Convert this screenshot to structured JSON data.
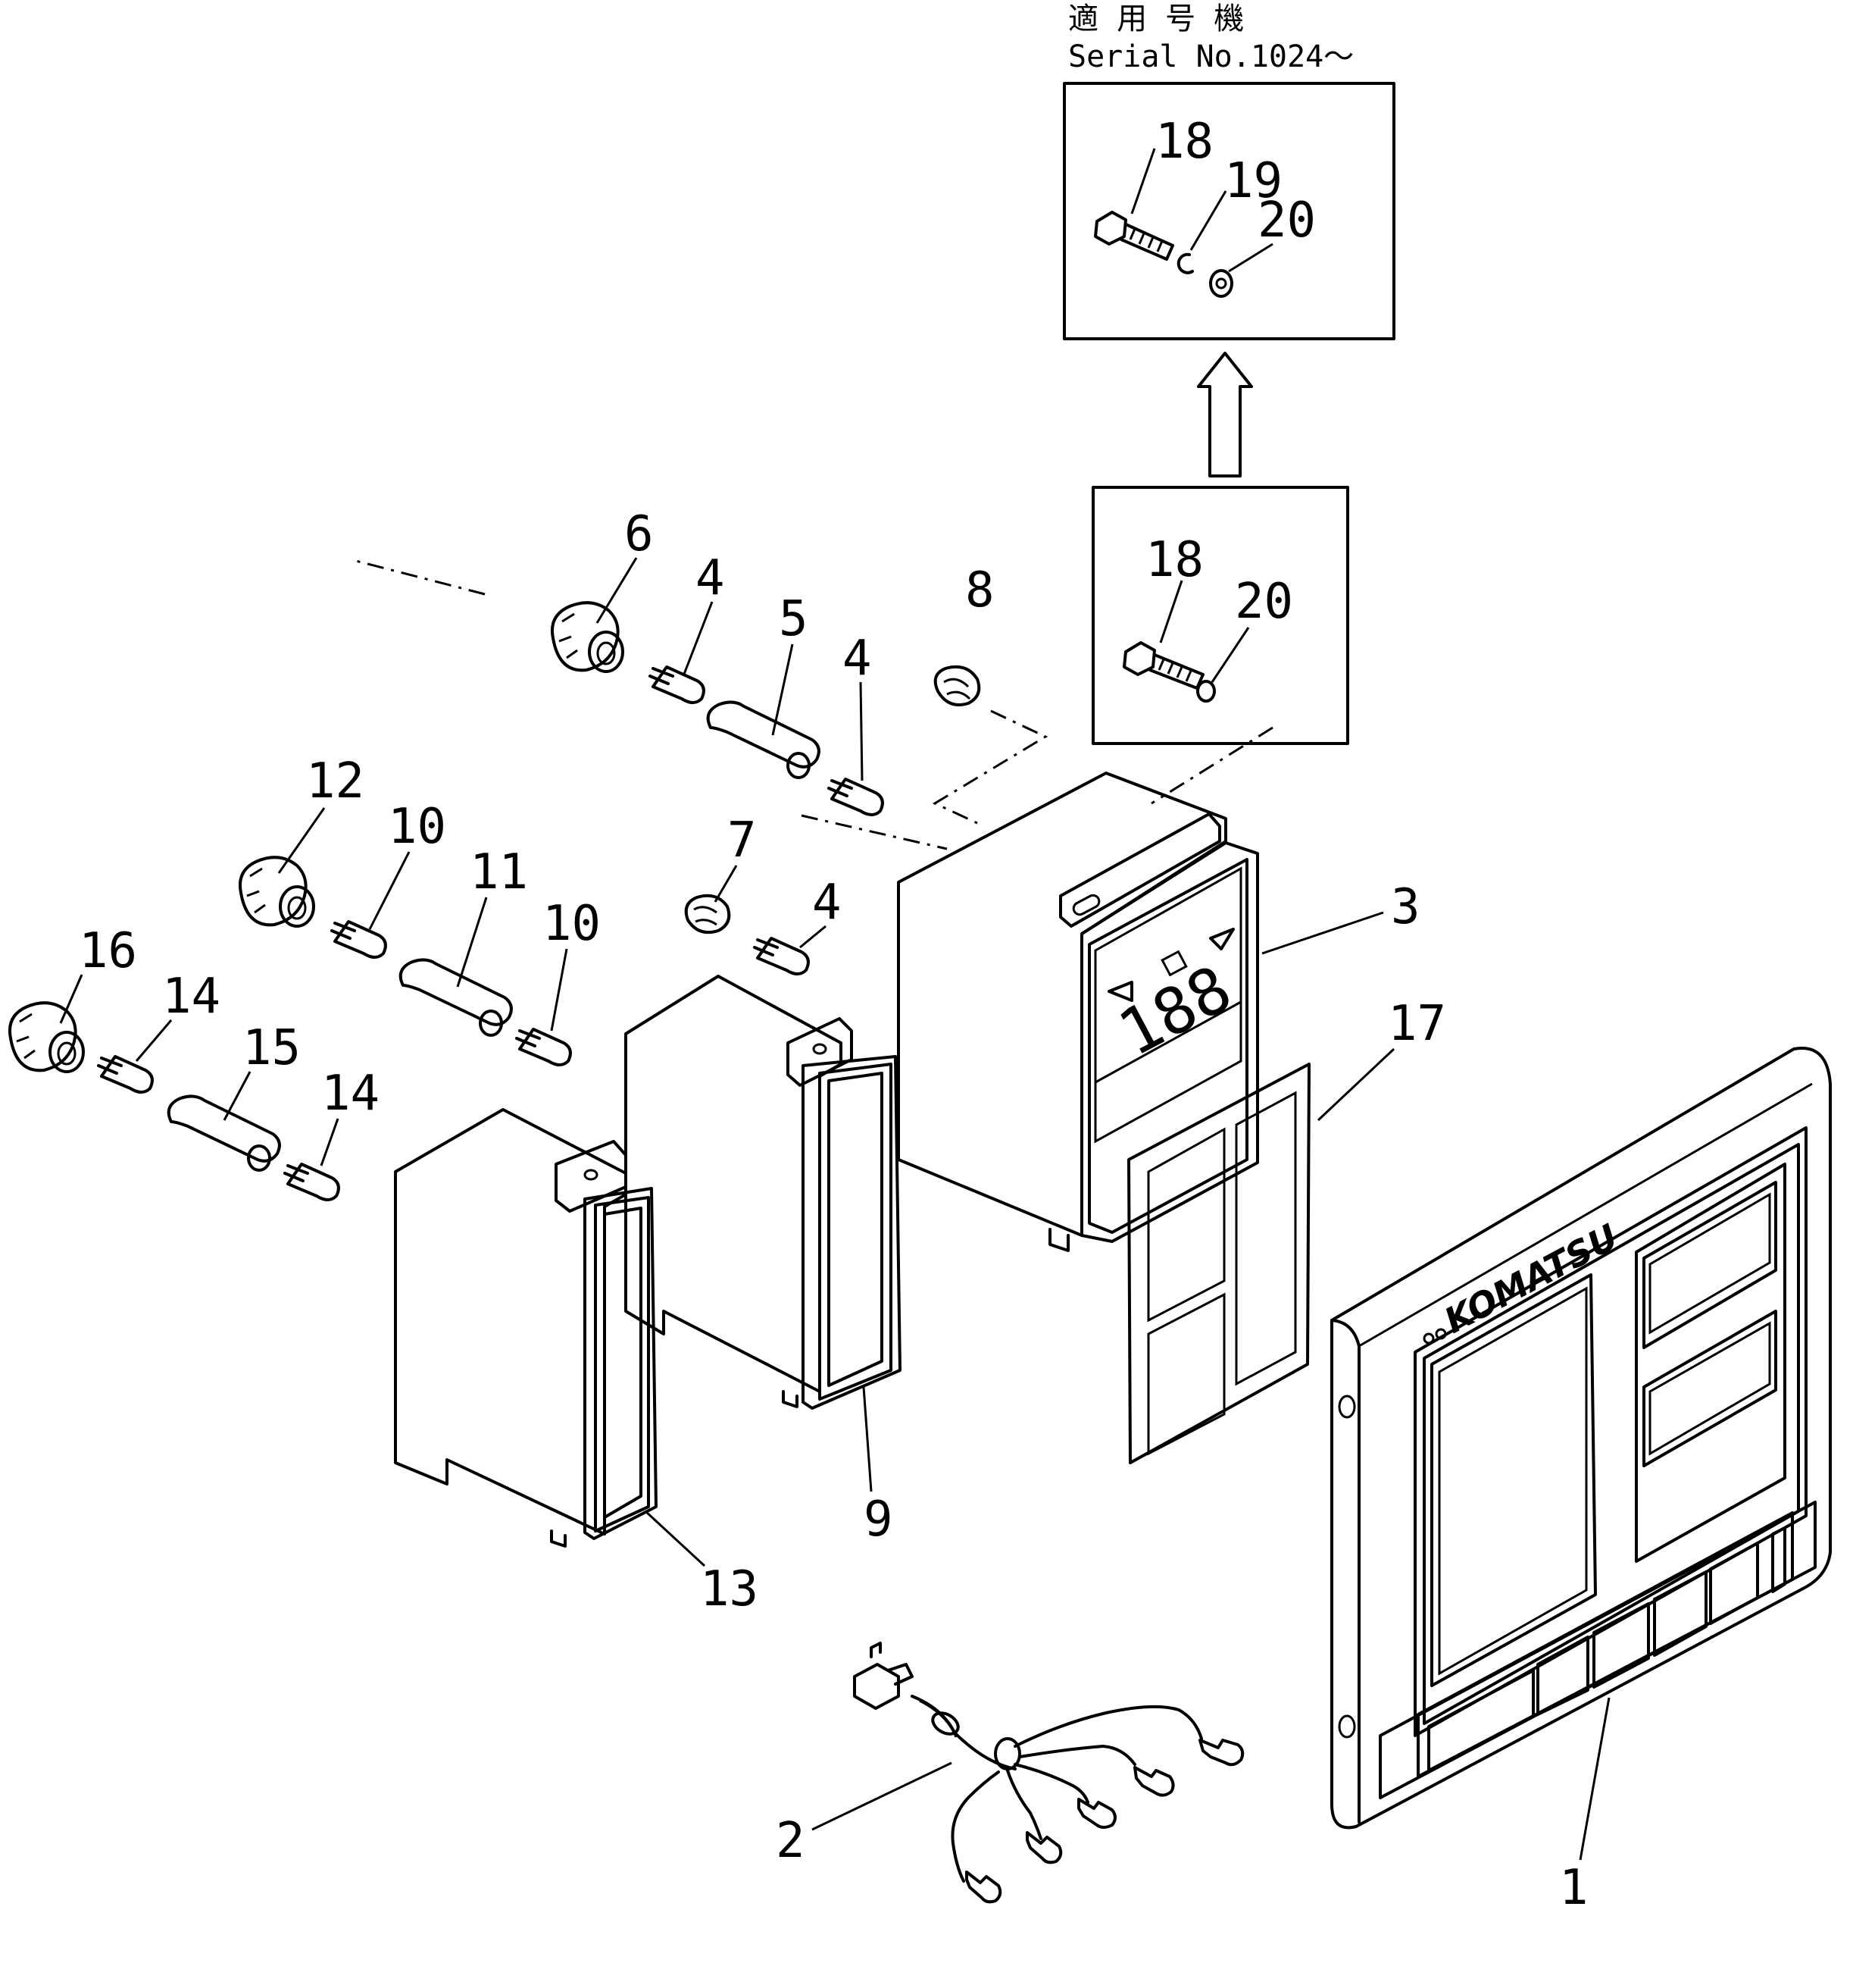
{
  "header": {
    "line1": "適 用 号 機",
    "line2": "Serial No.1024～"
  },
  "brand": {
    "logo_text": "KOMATSU"
  },
  "display_digits": "188",
  "callouts": {
    "c1": "1",
    "c2": "2",
    "c3": "3",
    "c4a": "4",
    "c4b": "4",
    "c4c": "4",
    "c5": "5",
    "c6": "6",
    "c7": "7",
    "c8": "8",
    "c9": "9",
    "c10a": "10",
    "c10b": "10",
    "c11": "11",
    "c12": "12",
    "c13": "13",
    "c14a": "14",
    "c14b": "14",
    "c15": "15",
    "c16": "16",
    "c17": "17",
    "c18a": "18",
    "c19": "19",
    "c20a": "20",
    "c18b": "18",
    "c20b": "20"
  }
}
